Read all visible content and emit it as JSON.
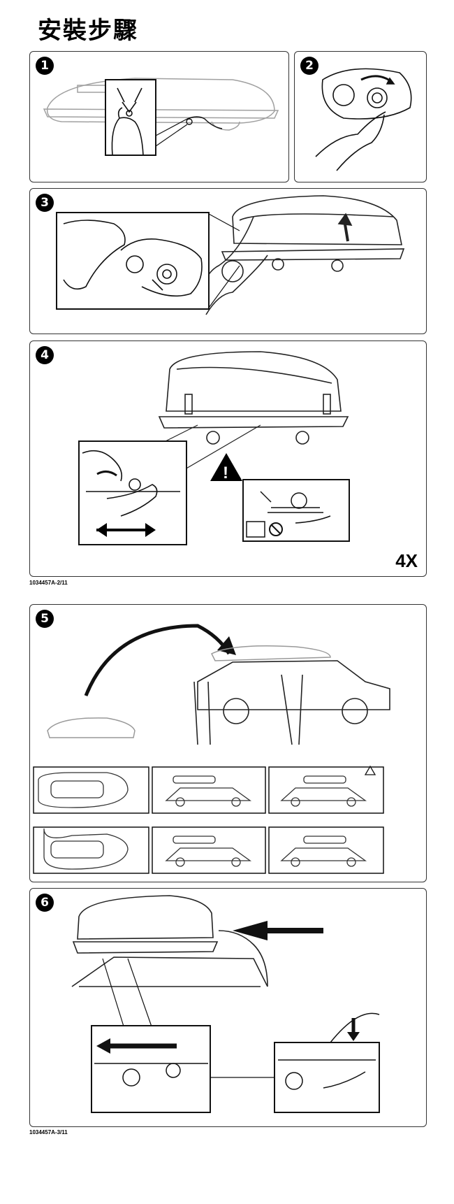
{
  "page": {
    "title": "安裝步驟",
    "doc_code_1": "1034457A-2/11",
    "doc_code_2": "1034457A-3/11"
  },
  "steps": [
    {
      "number": "1",
      "icon": "roof-box-lock-key-icon"
    },
    {
      "number": "2",
      "icon": "key-turn-icon"
    },
    {
      "number": "3",
      "icon": "open-lid-icon"
    },
    {
      "number": "4",
      "icon": "mounting-clamp-icon",
      "repeat": "4X"
    },
    {
      "number": "5",
      "icon": "lift-onto-car-icon"
    },
    {
      "number": "6",
      "icon": "slide-box-icon"
    }
  ],
  "colors": {
    "line": "#222222",
    "light_line": "#9a9a9a",
    "warning": "#000000"
  }
}
